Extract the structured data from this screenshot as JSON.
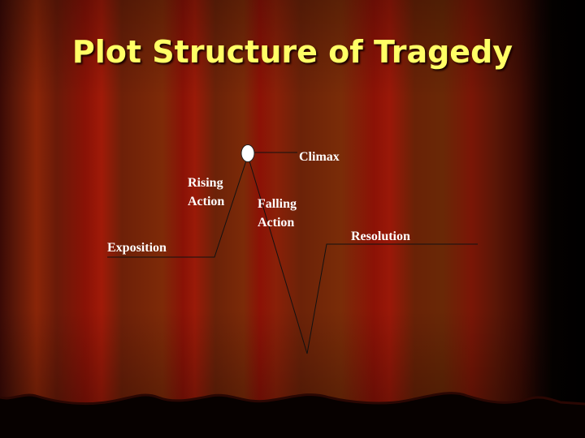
{
  "slide": {
    "title": "Plot Structure of Tragedy"
  },
  "labels": {
    "climax": "Climax",
    "rising_action": "Rising\nAction",
    "falling_action": "Falling\nAction",
    "resolution": "Resolution",
    "exposition": "Exposition"
  },
  "colors": {
    "title": "#ffff66",
    "label": "#ffffff",
    "line": "#111111",
    "climax_marker": "#ffffff"
  }
}
